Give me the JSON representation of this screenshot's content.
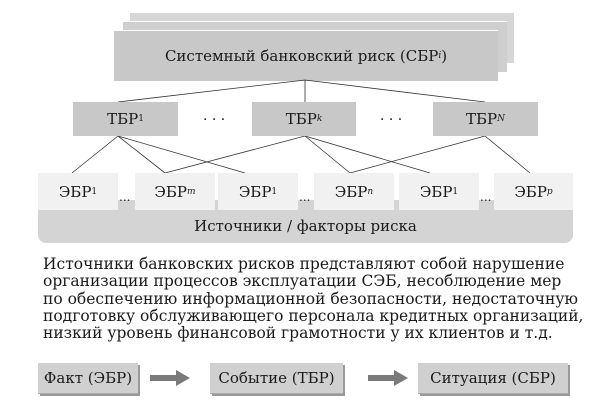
{
  "top": {
    "label": "Системный банковский риск (СБР",
    "sub": "i",
    "close": ")"
  },
  "tbr": [
    {
      "label": "ТБР",
      "sub": "1"
    },
    {
      "label": "ТБР",
      "sub": "k"
    },
    {
      "label": "ТБР",
      "sub": "N"
    }
  ],
  "ellipsis": "· · ·",
  "ebr": [
    {
      "label": "ЭБР",
      "sub": "1"
    },
    {
      "label": "ЭБР",
      "sub": "m"
    },
    {
      "label": "ЭБР",
      "sub": "1"
    },
    {
      "label": "ЭБР",
      "sub": "n"
    },
    {
      "label": "ЭБР",
      "sub": "1"
    },
    {
      "label": "ЭБР",
      "sub": "p"
    }
  ],
  "ebr_ellipsis": "...",
  "sources_label": "Источники / факторы риска",
  "paragraph": "Источники банковских рисков представляют собой нарушение\nорганизации процессов эксплуатации СЭБ, несоблюдение мер\nпо обеспечению информационной безопасности, недостаточную\nподготовку обслуживающего персонала кредитных организаций,\nнизкий уровень финансовой грамотности у их клиентов и т.д.",
  "flow": [
    "Факт (ЭБР)",
    "Событие (ТБР)",
    "Ситуация (СБР)"
  ]
}
